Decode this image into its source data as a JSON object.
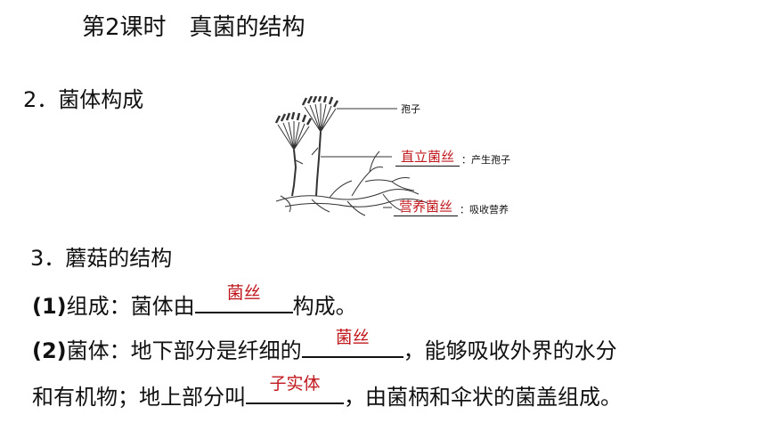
{
  "title": "第2课时　真菌的结构",
  "section2": {
    "heading": "2．菌体构成"
  },
  "diagram": {
    "label_spore": "孢子",
    "ans_upright": "直立菌丝",
    "note_upright": "：产生孢子",
    "ans_nutrient": "营养菌丝",
    "note_nutrient": "：吸收营养"
  },
  "section3": {
    "heading": "3．蘑菇的结构",
    "line1": {
      "num": "(1)",
      "pre": "组成：菌体由",
      "ans": "菌丝",
      "post": "构成。"
    },
    "line2": {
      "num": "(2)",
      "pre": "菌体：地下部分是纤细的",
      "ans": "菌丝",
      "post": "，能够吸收外界的水分"
    },
    "line3": {
      "pre": "和有机物；地上部分叫",
      "ans": "子实体",
      "post": "，由菌柄和伞状的菌盖组成。"
    }
  }
}
